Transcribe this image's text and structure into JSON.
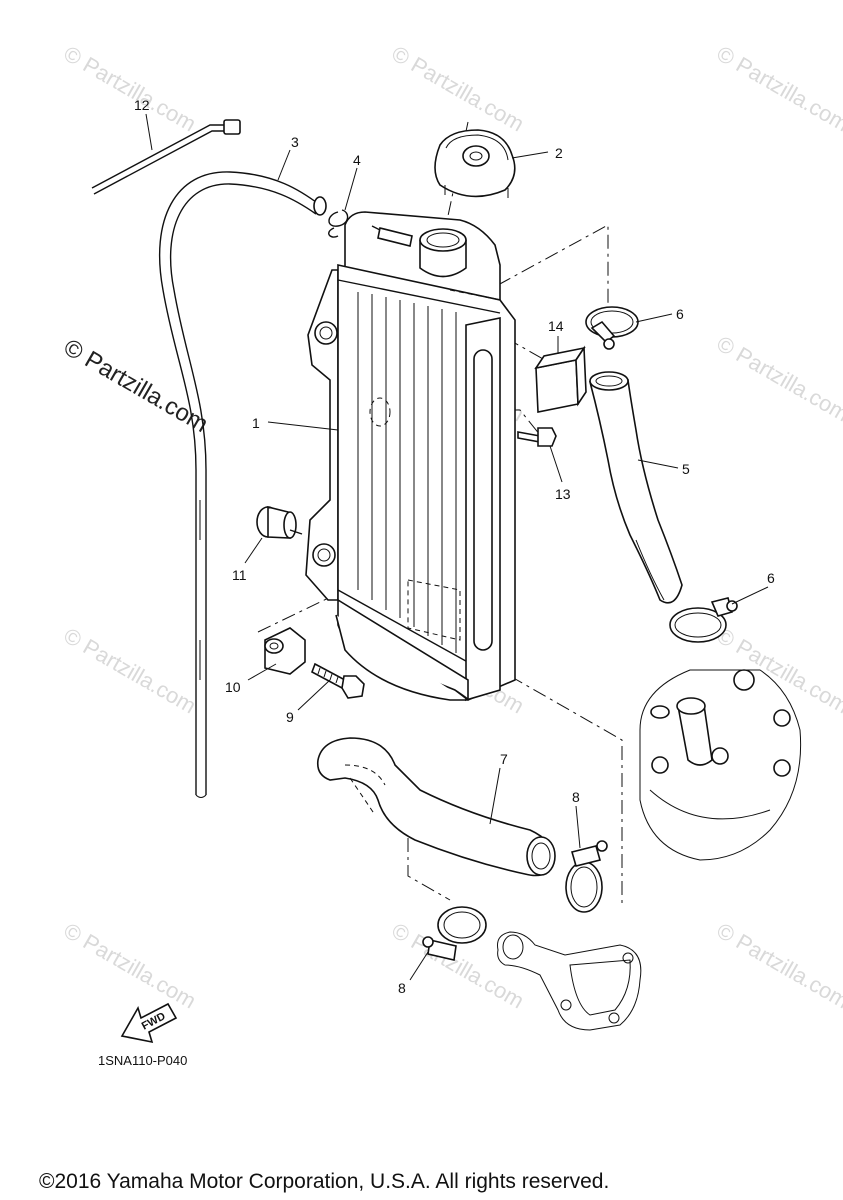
{
  "watermark": "© Partzilla.com",
  "diagram_code": "1SNA110-P040",
  "fwd_label": "FWD",
  "copyright": "©2016 Yamaha Motor Corporation, U.S.A. All rights reserved.",
  "callouts": [
    "1",
    "2",
    "3",
    "4",
    "5",
    "6",
    "6",
    "7",
    "8",
    "8",
    "9",
    "10",
    "11",
    "12",
    "13",
    "14"
  ]
}
